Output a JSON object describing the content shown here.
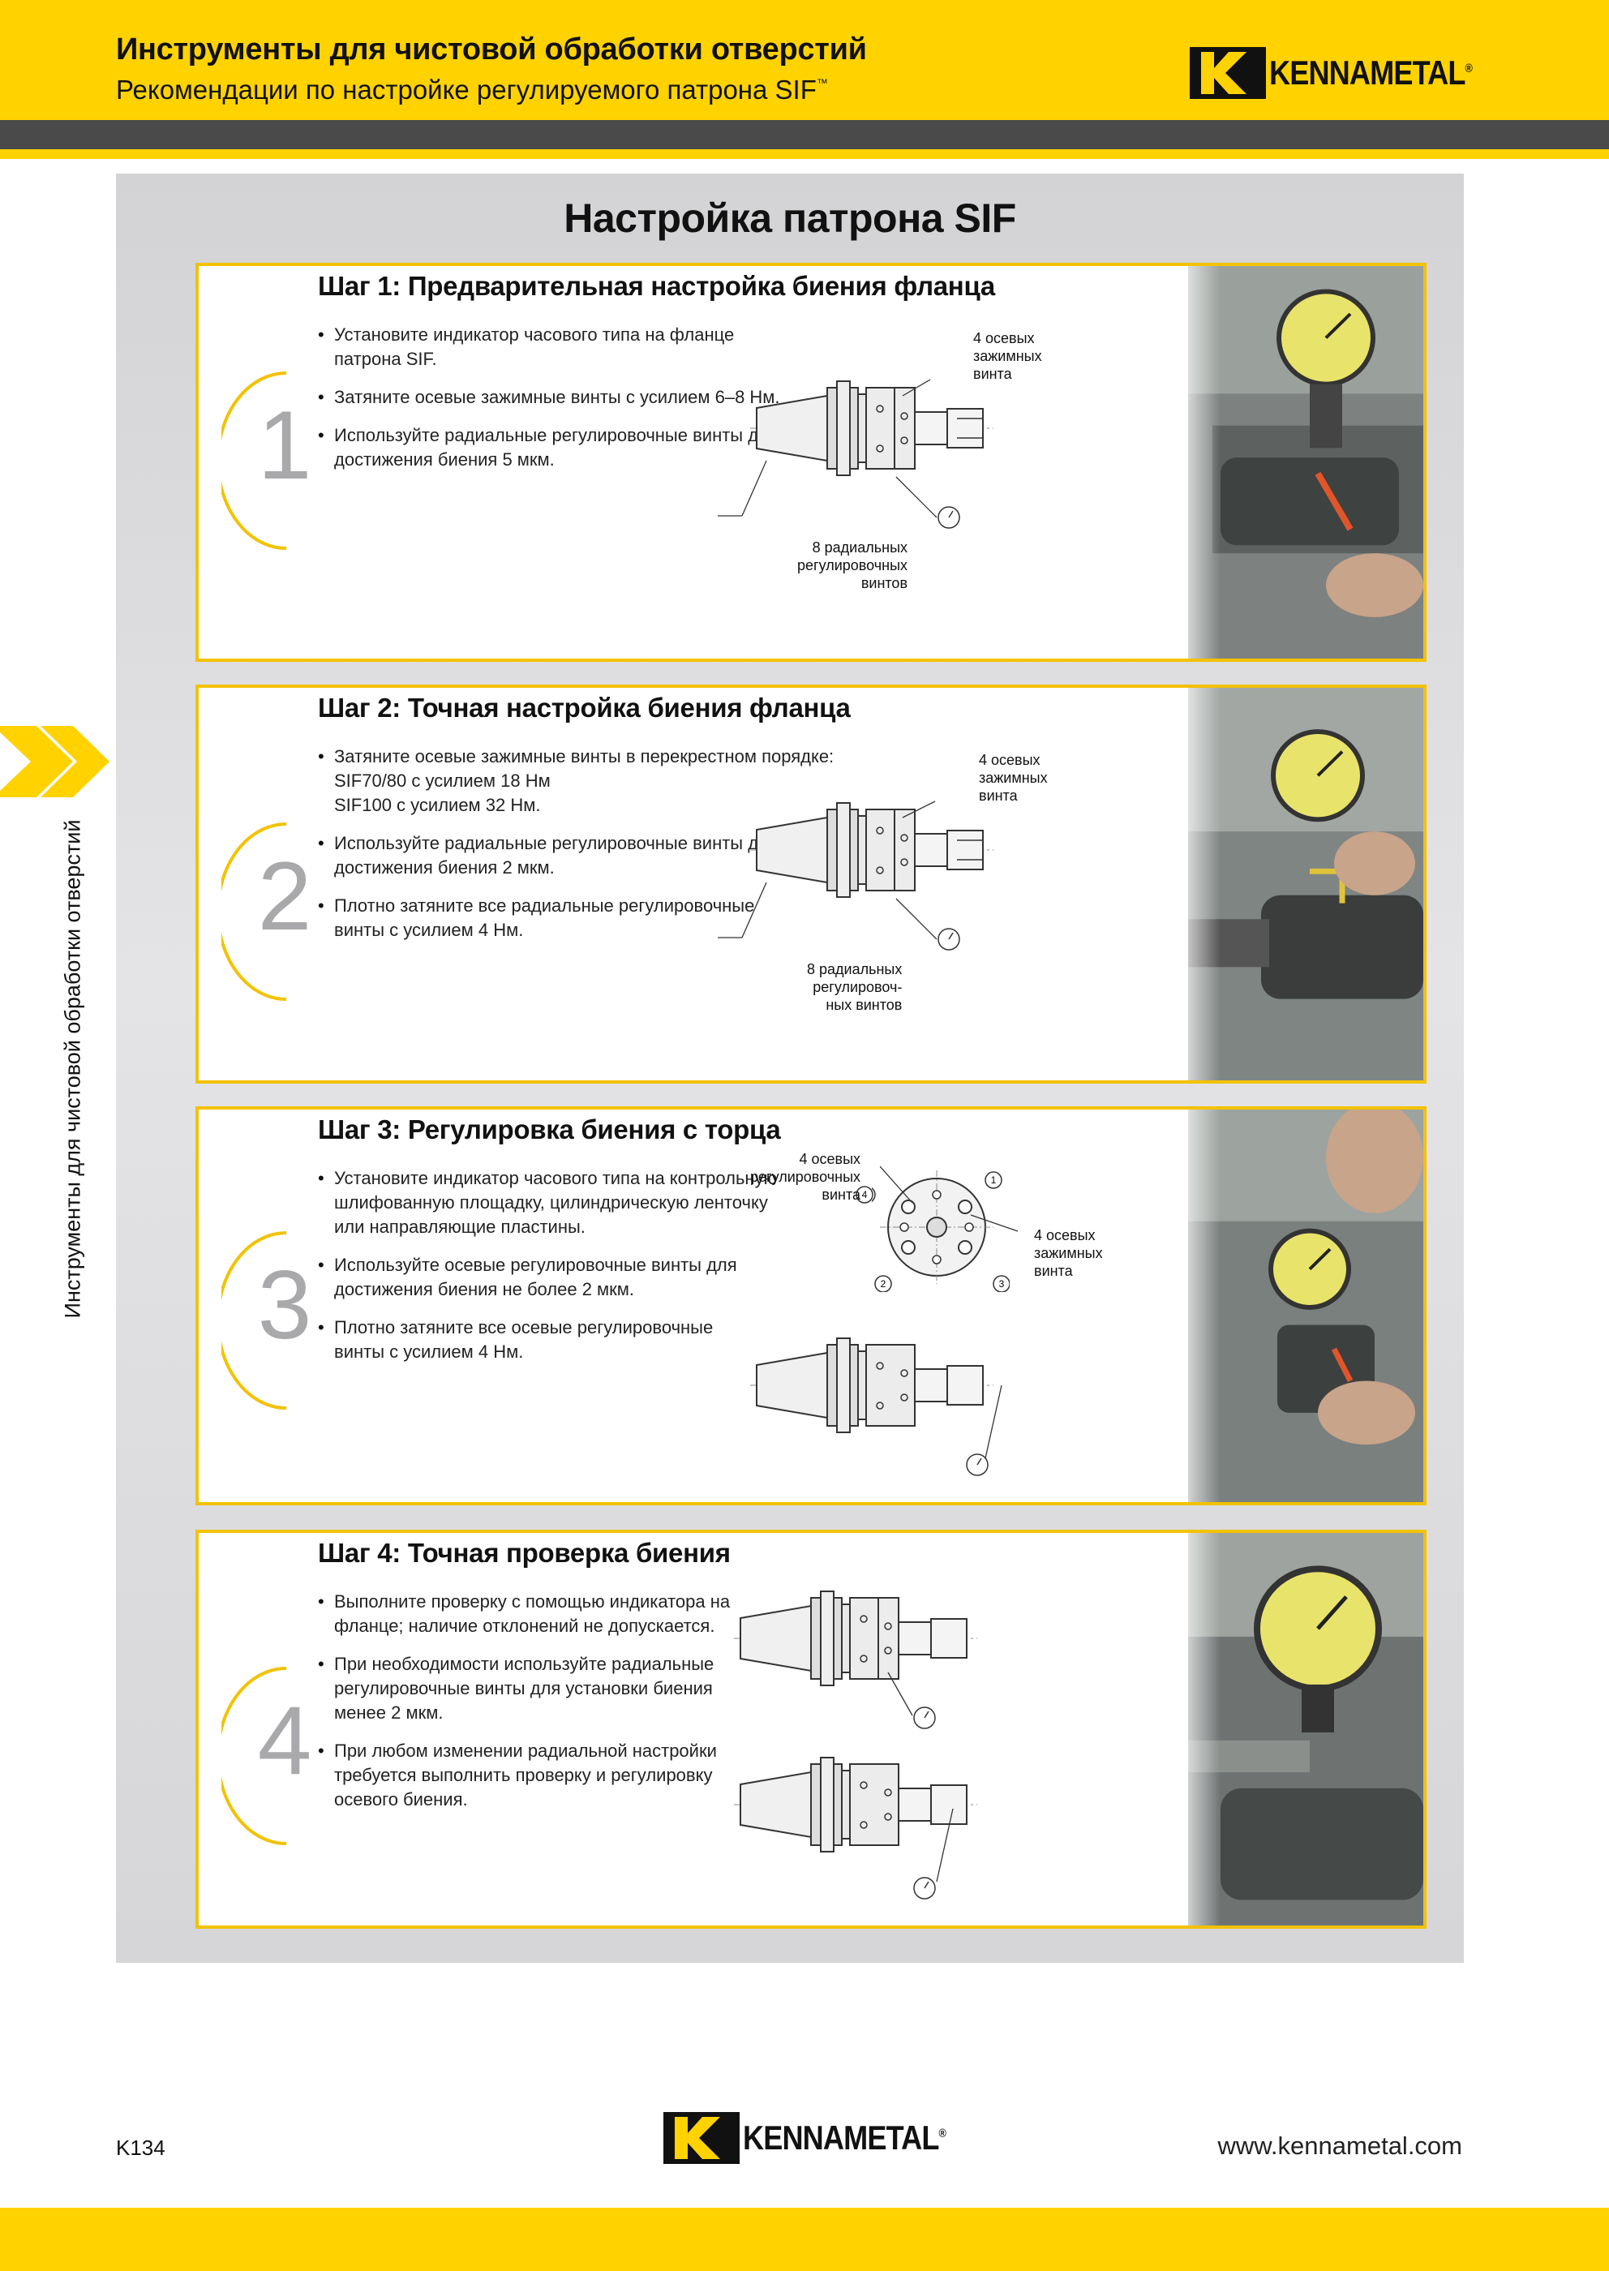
{
  "header": {
    "title": "Инструменты для чистовой обработки отверстий",
    "subtitle": "Рекомендации по настройке регулируемого патрона SIF",
    "subtitle_tm": "™",
    "logo_text": "KENNAMETAL",
    "logo_reg": "®"
  },
  "side_tab": {
    "label": "Инструменты для чистовой обработки отверстий",
    "icon": "chevron-right-icon"
  },
  "panel": {
    "title": "Настройка патрона SIF"
  },
  "steps": [
    {
      "number": "1",
      "title": "Шаг 1: Предварительная настройка биения фланца",
      "bullets": [
        [
          "Установите индикатор часового типа на фланце",
          "патрона SIF."
        ],
        [
          "Затяните осевые зажимные винты с усилием 6–8 Нм."
        ],
        [
          "Используйте радиальные регулировочные винты для",
          "достижения биения 5 мкм."
        ]
      ],
      "annotations": {
        "top": [
          "4 осевых",
          "зажимных",
          "винта"
        ],
        "bottom": [
          "8 радиальных",
          "регулировочных",
          "винтов"
        ]
      }
    },
    {
      "number": "2",
      "title": "Шаг 2: Точная настройка биения фланца",
      "bullets": [
        [
          "Затяните осевые зажимные винты в перекрестном порядке:",
          "SIF70/80 с усилием 18 Нм",
          "SIF100 с усилием 32 Нм."
        ],
        [
          "Используйте радиальные регулировочные винты для",
          "достижения биения 2 мкм."
        ],
        [
          "Плотно затяните все радиальные регулировочные",
          "винты с усилием 4 Нм."
        ]
      ],
      "annotations": {
        "top": [
          "4 осевых",
          "зажимных",
          "винта"
        ],
        "bottom": [
          "8 радиальных",
          "регулировоч-",
          "ных винтов"
        ]
      }
    },
    {
      "number": "3",
      "title": "Шаг 3: Регулировка биения с торца",
      "bullets": [
        [
          "Установите индикатор часового типа на контрольную",
          "шлифованную площадку, цилиндрическую ленточку",
          "или направляющие пластины."
        ],
        [
          "Используйте осевые регулировочные винты для",
          "достижения биения не более 2 мкм."
        ],
        [
          "Плотно затяните все осевые регулировочные",
          "винты с усилием 4 Нм."
        ]
      ],
      "annotations": {
        "left": [
          "4 осевых",
          "регулировочных",
          "винта"
        ],
        "right": [
          "4 осевых",
          "зажимных",
          "винта"
        ],
        "markers": [
          "1",
          "2",
          "3",
          "4"
        ]
      }
    },
    {
      "number": "4",
      "title": "Шаг 4: Точная проверка биения",
      "bullets": [
        [
          "Выполните проверку с помощью индикатора на",
          "фланце; наличие отклонений не допускается."
        ],
        [
          "При необходимости используйте радиальные",
          "регулировочные винты для установки биения",
          "менее 2 мкм."
        ],
        [
          "При любом изменении радиальной настройки",
          "требуется выполнить проверку и регулировку",
          "осевого биения."
        ]
      ]
    }
  ],
  "footer": {
    "page_number": "K134",
    "logo_text": "KENNAMETAL",
    "logo_reg": "®",
    "website": "www.kennametal.com"
  },
  "colors": {
    "brand_yellow": "#ffd200",
    "frame_yellow": "#f2c200",
    "dark_band": "#4a4a4a",
    "step_digit": "#a9a9ab"
  }
}
